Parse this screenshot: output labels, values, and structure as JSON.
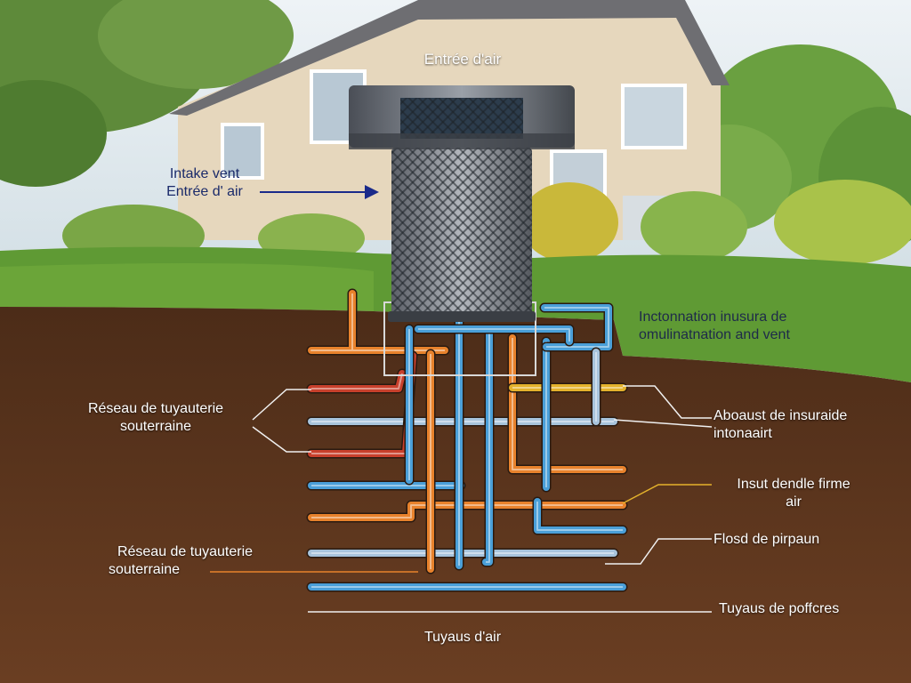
{
  "title": "Entrée d'air",
  "intake": {
    "line1": "Intake vent",
    "line2": "Entrée d' air"
  },
  "left_labels": {
    "network_top": {
      "line1": "Réseau de tuyauterie",
      "line2": "souterraine"
    },
    "network_bottom": {
      "line1": "Réseau de tuyauterie",
      "line2": "souterraine"
    }
  },
  "right_labels": {
    "combo": {
      "line1": "Inctonnation inusura de",
      "line2": "omulinatnation and vent"
    },
    "exhaust": {
      "line1": "Aboaust de insuraide",
      "line2": "intonaairt"
    },
    "insut": {
      "line1": "Insut dendle firme",
      "line2": "air"
    },
    "flow": "Flosd de pirpaun",
    "pipes": "Tuyaus de poffcres"
  },
  "bottom_label": "Tuyaus d'air",
  "colors": {
    "sky": "#dfe9ef",
    "house": "#e6d7bd",
    "roof": "#6e6e72",
    "grass": "#5f9a34",
    "soil": "#5a3520",
    "pipe_blue": "#4a9fd8",
    "pipe_orange": "#e8822c",
    "pipe_red": "#c8402c",
    "pipe_yellow": "#e4b22c",
    "pipe_gray": "#a8c4dc",
    "filter": "#7a7e86"
  }
}
